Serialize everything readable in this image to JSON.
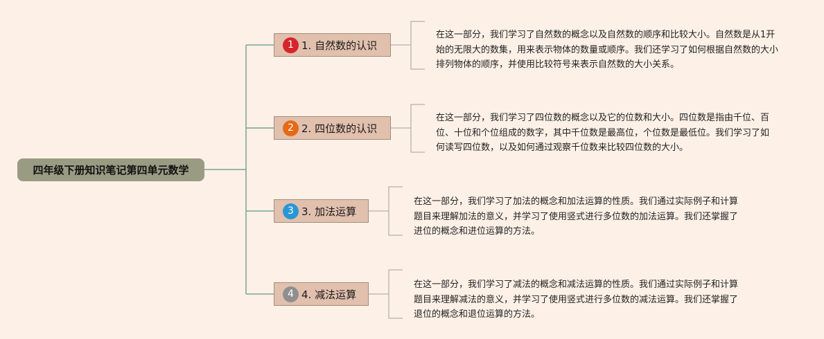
{
  "root": {
    "title": "四年级下册知识笔记第四单元数学"
  },
  "colors": {
    "background": "#fdf1e7",
    "line": "#7aa394",
    "bracket": "#9e9e9e",
    "root_fill": "#9a9b83",
    "topic_fill": "#e2c0ae",
    "topic_border": "#a38c7b"
  },
  "topics": [
    {
      "number": "1",
      "label": "1. 自然数的认识",
      "badge_color": "#d6262c",
      "description": "在这一部分，我们学习了自然数的概念以及自然数的顺序和比较大小。自然数是从1开始的无限大的数集，用来表示物体的数量或顺序。我们还学习了如何根据自然数的大小排列物体的顺序，并使用比较符号来表示自然数的大小关系。"
    },
    {
      "number": "2",
      "label": "2. 四位数的认识",
      "badge_color": "#e56a17",
      "description": "在这一部分，我们学习了四位数的概念以及它的位数和大小。四位数是指由千位、百位、十位和个位组成的数字，其中千位数是最高位，个位数是最低位。我们学习了如何读写四位数，以及如何通过观察千位数来比较四位数的大小。"
    },
    {
      "number": "3",
      "label": "3. 加法运算",
      "badge_color": "#2a97d4",
      "description": "在这一部分，我们学习了加法的概念和加法运算的性质。我们通过实际例子和计算题目来理解加法的意义，并学习了使用竖式进行多位数的加法运算。我们还掌握了进位的概念和进位运算的方法。"
    },
    {
      "number": "4",
      "label": "4. 减法运算",
      "badge_color": "#8f8f8f",
      "description": "在这一部分，我们学习了减法的概念和减法运算的性质。我们通过实际例子和计算题目来理解减法的意义，并学习了使用竖式进行多位数的减法运算。我们还掌握了退位的概念和退位运算的方法。"
    }
  ]
}
